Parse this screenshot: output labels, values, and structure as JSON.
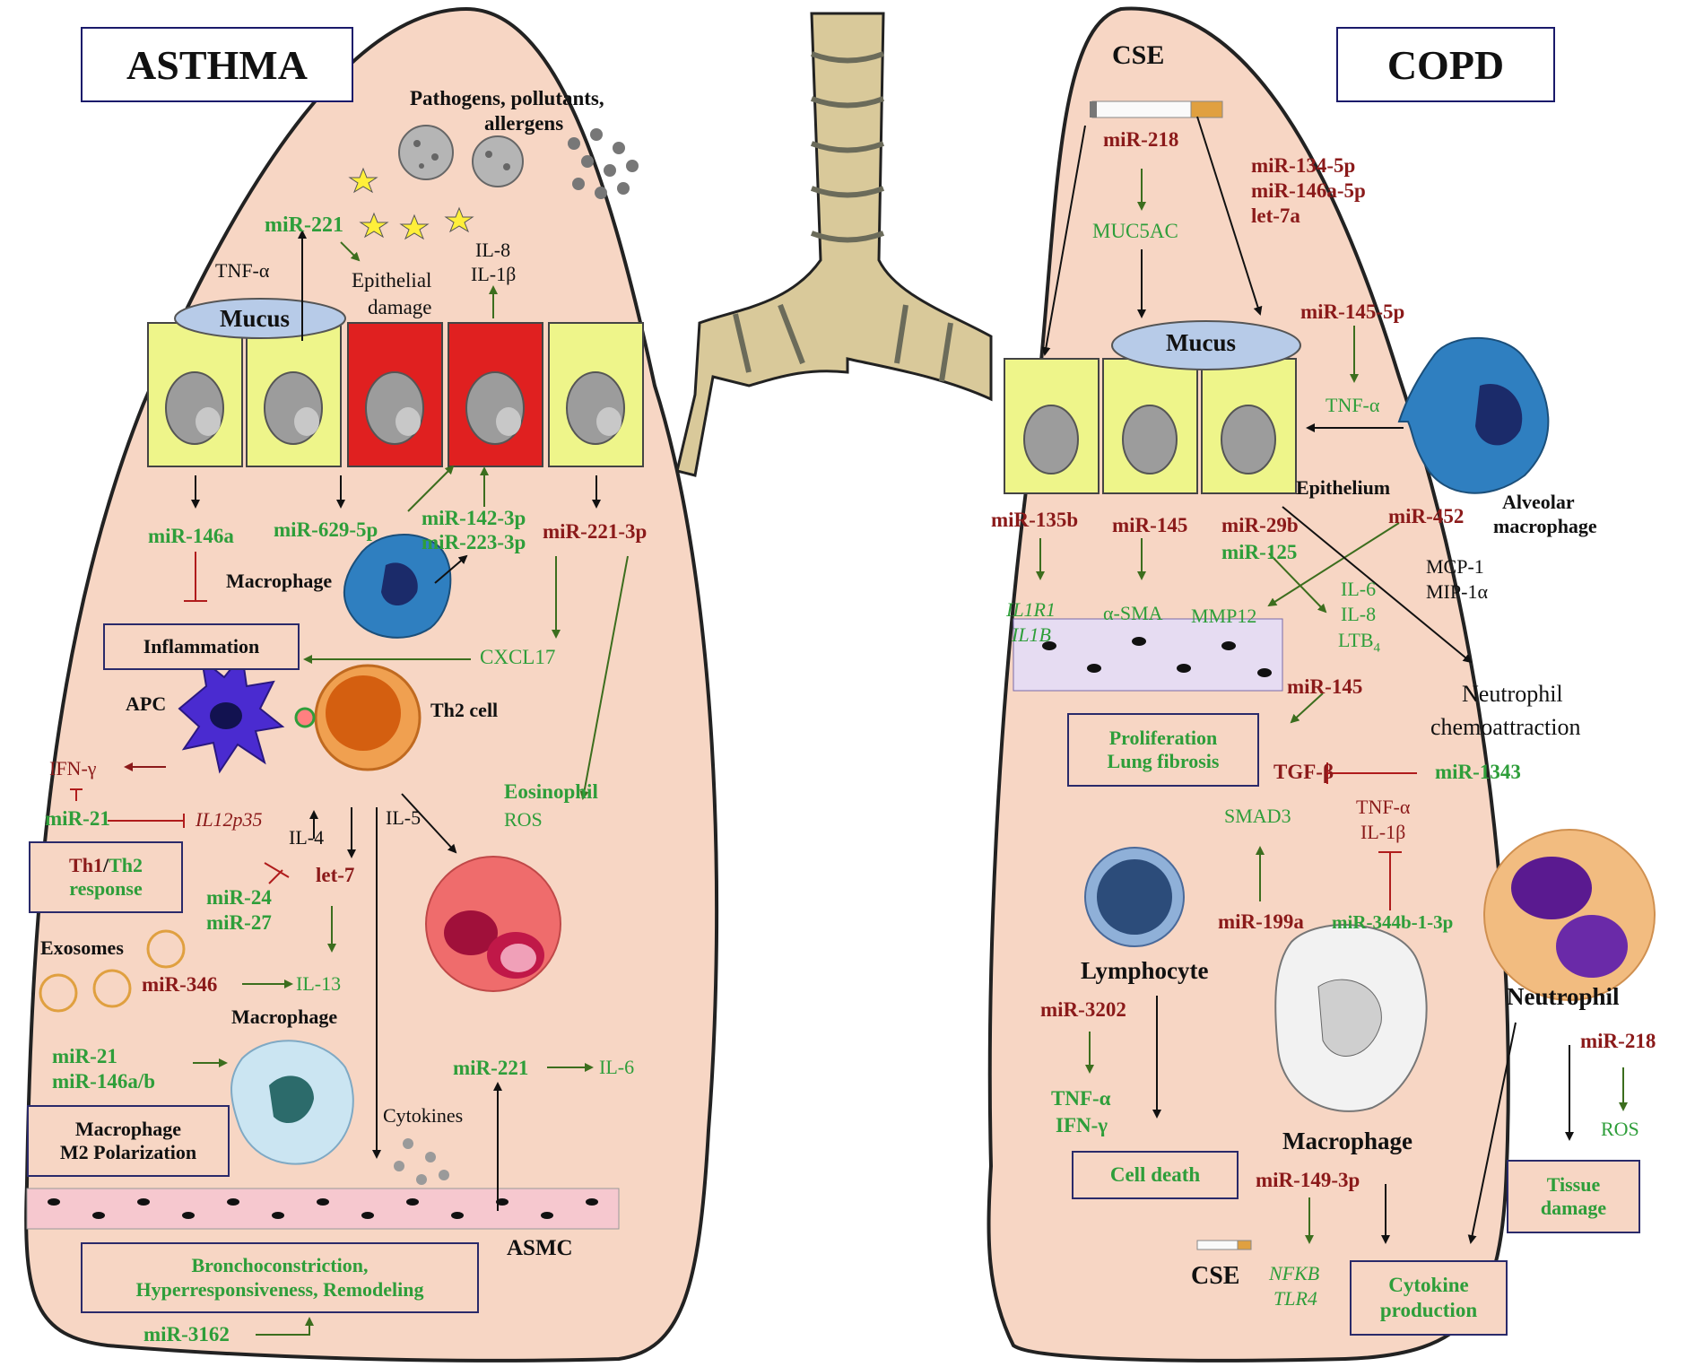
{
  "titles": {
    "left": "ASTHMA",
    "right": "COPD"
  },
  "colors": {
    "lung": "#f7d6c4",
    "trachea": "#d9c99a",
    "red_mirna": "#8b1a1a",
    "green_mirna": "#2e9e3a",
    "box_border": "#2a2a6a"
  },
  "asthma": {
    "pathogens": [
      "Pathogens, pollutants,",
      "allergens"
    ],
    "mir221_top": "miR-221",
    "tnfa": "TNF-α",
    "mucus": "Mucus",
    "epithelial_damage": [
      "Epithelial",
      "damage"
    ],
    "il8": "IL-8",
    "il1b": "IL-1β",
    "mir146a": "miR-146a",
    "mir629": "miR-629-5p",
    "mir142": "miR-142-3p",
    "mir223": "miR-223-3p",
    "mir221_3p": "miR-221-3p",
    "macrophage_top": "Macrophage",
    "inflammation": "Inflammation",
    "cxcl17": "CXCL17",
    "apc": "APC",
    "th2_cell": "Th2 cell",
    "ifng": "IFN-γ",
    "mir21_a": "miR-21",
    "il12p35": "IL12p35",
    "eosinophil": "Eosinophil",
    "ros": "ROS",
    "il4": "IL-4",
    "il5": "IL-5",
    "th_response_th1": "Th1",
    "th_response_slash": "/",
    "th_response_th2": "Th2",
    "th_response_word": "response",
    "mir24": "miR-24",
    "mir27": "miR-27",
    "let7": "let-7",
    "exosomes": "Exosomes",
    "mir346": "miR-346",
    "il13": "IL-13",
    "macrophage_mid": "Macrophage",
    "mir21_b": "miR-21",
    "mir146ab": "miR-146a/b",
    "m2_box": [
      "Macrophage",
      "M2 Polarization"
    ],
    "mir221_low": "miR-221",
    "il6": "IL-6",
    "cytokines": "Cytokines",
    "asmc": "ASMC",
    "broncho_box": [
      "Bronchoconstriction,",
      "Hyperresponsiveness, Remodeling"
    ],
    "mir3162": "miR-3162"
  },
  "copd": {
    "cse_top": "CSE",
    "mir218_top": "miR-218",
    "mir134": "miR-134-5p",
    "mir146a5p": "miR-146a-5p",
    "let7a": "let-7a",
    "muc5ac": "MUC5AC",
    "mucus": "Mucus",
    "mir145_5p": "miR-145-5p",
    "tnfa_top": "TNF-α",
    "epithelium": "Epithelium",
    "alveolar": [
      "Alveolar",
      "macrophage"
    ],
    "mir135b": "miR-135b",
    "mir145_a": "miR-145",
    "mir29b": "miR-29b",
    "mir125": "miR-125",
    "mir452": "miR-452",
    "mcp1": "MCP-1",
    "mip1a": "MIP-1α",
    "il1r1": "IL1R1",
    "il1b_gene": "IL1B",
    "asma": "α-SMA",
    "mmp12": "MMP12",
    "il6": "IL-6",
    "il8": "IL-8",
    "ltb4": "LTB",
    "ltb4_sub": "4",
    "mir145_b": "miR-145",
    "neutrophil_chemo": [
      "Neutrophil",
      "chemoattraction"
    ],
    "prolif_box": [
      "Proliferation",
      "Lung fibrosis"
    ],
    "tgfb": "TGF-β",
    "mir1343": "miR-1343",
    "smad3": "SMAD3",
    "tnfa_mid": "TNF-α",
    "il1b_mid": "IL-1β",
    "mir199a": "miR-199a",
    "mir344b": "miR-344b-1-3p",
    "lymphocyte": "Lymphocyte",
    "neutrophil": "Neutrophil",
    "mir3202": "miR-3202",
    "tnfa_low": "TNF-α",
    "ifng_low": "IFN-γ",
    "macrophage": "Macrophage",
    "mir218_low": "miR-218",
    "ros": "ROS",
    "cell_death_box": "Cell death",
    "mir149": "miR-149-3p",
    "tissue_box": [
      "Tissue",
      "damage"
    ],
    "cse_low": "CSE",
    "nfkb": "NFKB",
    "tlr4": "TLR4",
    "cytokine_box": [
      "Cytokine",
      "production"
    ]
  }
}
